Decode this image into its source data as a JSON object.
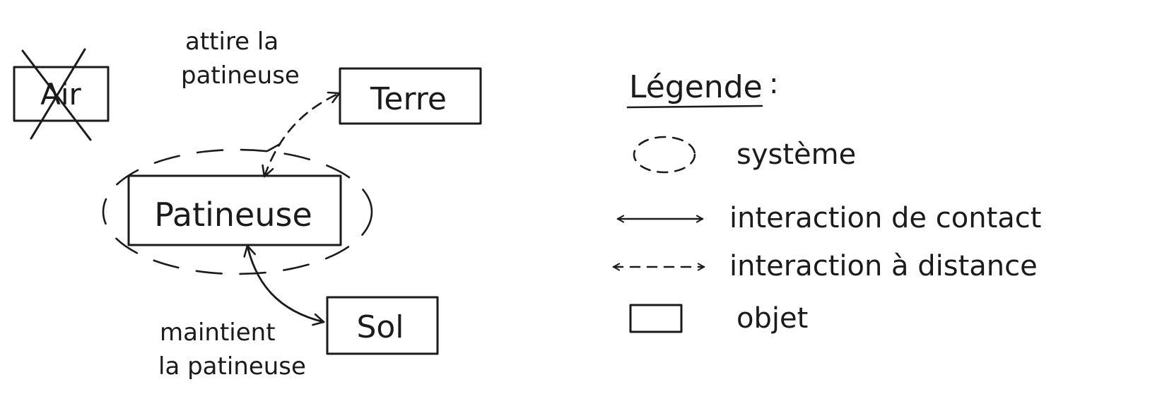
{
  "objects": {
    "air": "Air",
    "terre": "Terre",
    "patineuse": "Patineuse",
    "sol": "Sol"
  },
  "annotations": {
    "attire_line1": "attire la",
    "attire_line2": "patineuse",
    "maintient_line1": "maintient",
    "maintient_line2": "la patineuse"
  },
  "legend": {
    "title": "Légende",
    "colon": ":",
    "items": [
      {
        "symbol": "dashed-ellipse",
        "label": "système"
      },
      {
        "symbol": "solid-double-arrow",
        "label": "interaction de contact"
      },
      {
        "symbol": "dashed-double-arrow",
        "label": "interaction à distance"
      },
      {
        "symbol": "rectangle",
        "label": "objet"
      }
    ]
  },
  "colors": {
    "ink": "#1b1b1b",
    "background": "#ffffff"
  }
}
